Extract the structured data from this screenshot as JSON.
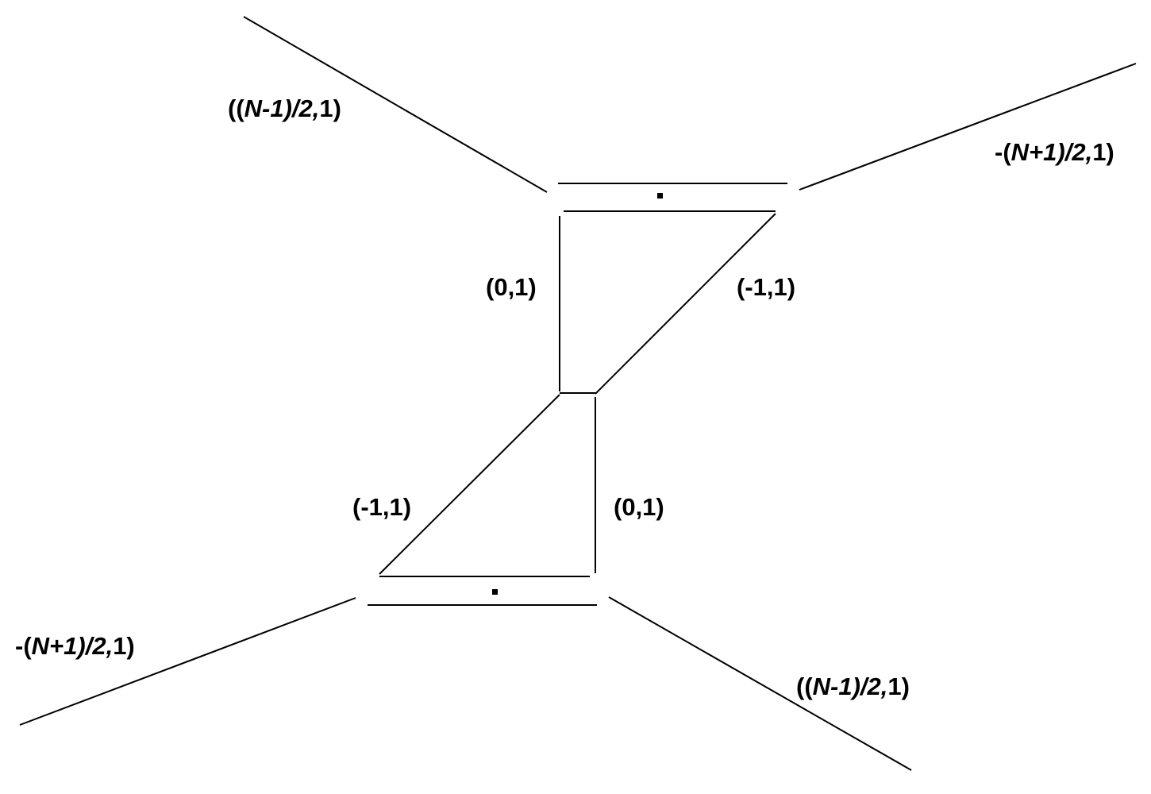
{
  "diagram": {
    "labels": {
      "top_left_leg": {
        "pre": "((",
        "n_expr": "N-1)/2,",
        "post": "1)"
      },
      "top_right_leg": {
        "pre": "-(",
        "n_expr": "N+1)/2,",
        "post": "1)"
      },
      "bottom_left_leg": {
        "pre": "-(",
        "n_expr": "N+1)/2,",
        "post": "1)"
      },
      "bottom_right_leg": {
        "pre": "((",
        "n_expr": "N-1)/2,",
        "post": "1)"
      },
      "upper_vertical": "(0,1)",
      "upper_diagonal": "(-1,1)",
      "lower_diagonal": "(-1,1)",
      "lower_vertical": "(0,1)"
    },
    "colors": {
      "stroke": "#000000",
      "background": "#ffffff"
    }
  }
}
